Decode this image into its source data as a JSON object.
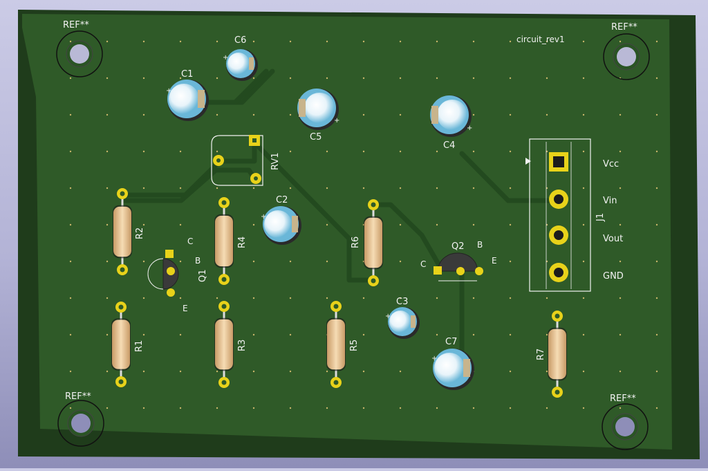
{
  "board_title": "circuit_rev1",
  "ref_label": "REF**",
  "colors": {
    "board": "#2f5a28",
    "board_edge": "#1f3c1b",
    "trace": "#244a1f",
    "pad": "#e8d21a",
    "silk": "#f2f2f2",
    "resistor_body": "#e9c79b",
    "capacitor_body": "#6ab7d8",
    "transistor_body": "#404040"
  },
  "resistors": [
    {
      "ref": "R1"
    },
    {
      "ref": "R2"
    },
    {
      "ref": "R3"
    },
    {
      "ref": "R4"
    },
    {
      "ref": "R5"
    },
    {
      "ref": "R6"
    },
    {
      "ref": "R7"
    }
  ],
  "capacitors": [
    {
      "ref": "C1"
    },
    {
      "ref": "C2"
    },
    {
      "ref": "C3"
    },
    {
      "ref": "C4"
    },
    {
      "ref": "C5"
    },
    {
      "ref": "C6"
    },
    {
      "ref": "C7"
    }
  ],
  "potentiometer": {
    "ref": "RV1"
  },
  "transistors": [
    {
      "ref": "Q1",
      "pins": [
        "C",
        "B",
        "E"
      ]
    },
    {
      "ref": "Q2",
      "pins": [
        "C",
        "B",
        "E"
      ]
    }
  ],
  "connector": {
    "ref": "J1",
    "pins": [
      "Vcc",
      "Vin",
      "Vout",
      "GND"
    ]
  }
}
